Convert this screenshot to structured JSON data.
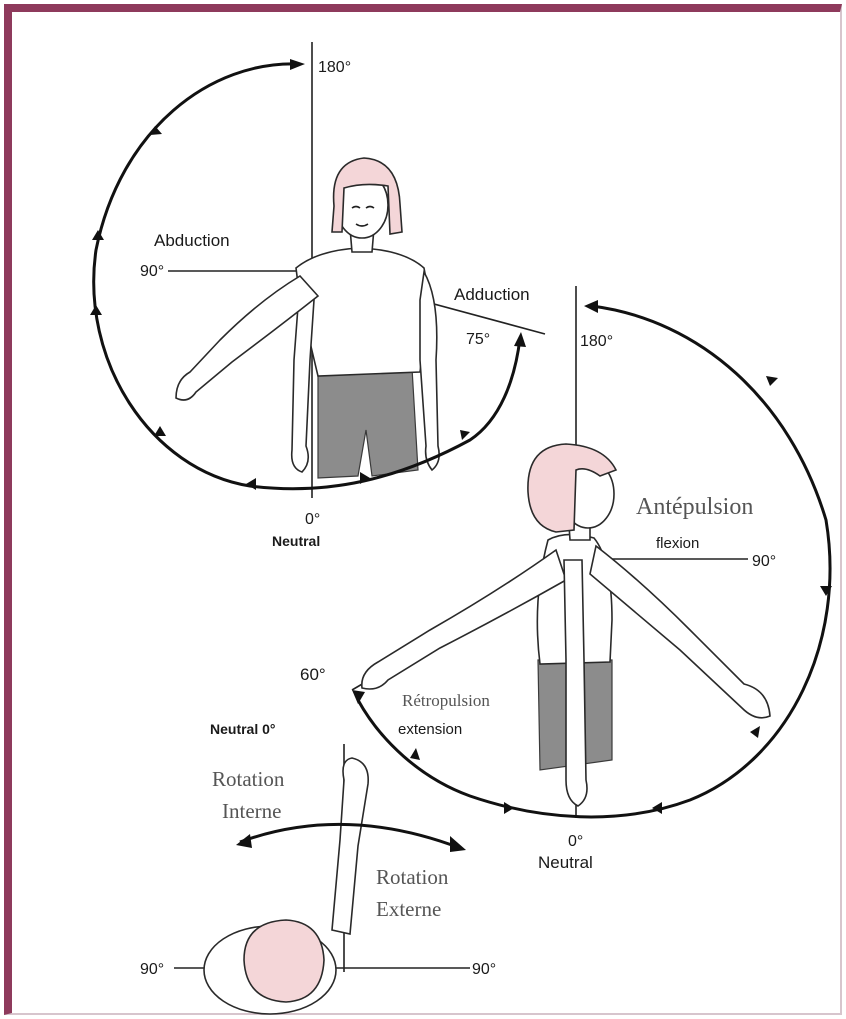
{
  "frame_color": "#8e3a5c",
  "figure1": {
    "top_angle": "180°",
    "abduction_label": "Abduction",
    "angle_90": "90°",
    "adduction_label": "Adduction",
    "angle_75": "75°",
    "bottom_angle": "0°",
    "neutral_label": "Neutral"
  },
  "figure2": {
    "top_angle": "180°",
    "antepulsion_label": "Antépulsion",
    "flexion_label": "flexion",
    "angle_90": "90°",
    "angle_60": "60°",
    "retropulsion_label": "Rétropulsion",
    "extension_label": "extension",
    "bottom_angle": "0°",
    "neutral_label": "Neutral"
  },
  "figure3": {
    "neutral_label": "Neutral 0°",
    "rotation_interne_line1": "Rotation",
    "rotation_interne_line2": "Interne",
    "rotation_externe_line1": "Rotation",
    "rotation_externe_line2": "Externe",
    "left_angle": "90°",
    "right_angle": "90°"
  }
}
